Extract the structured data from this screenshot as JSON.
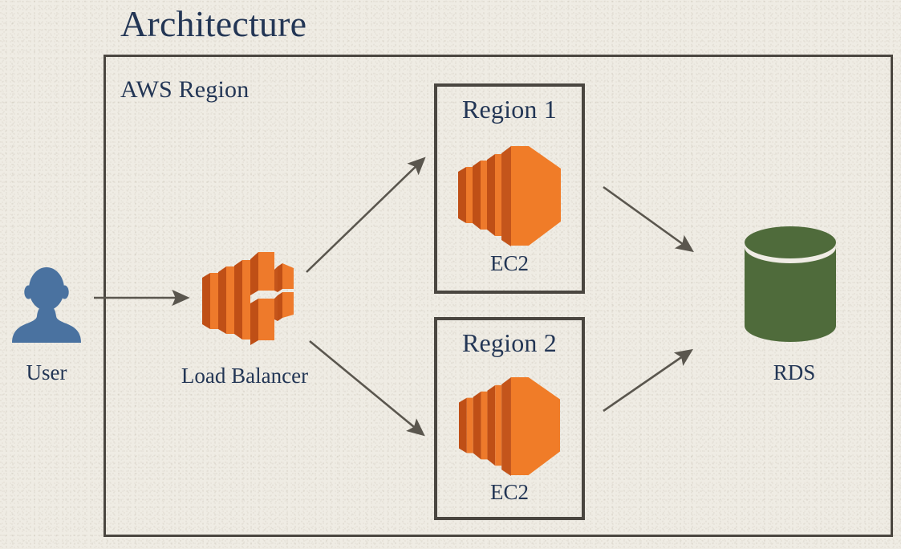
{
  "page": {
    "title": "Architecture",
    "background_color": "#efece4",
    "text_color": "#233655",
    "border_color": "#4a4640"
  },
  "frame": {
    "label": "AWS Region"
  },
  "nodes": {
    "user": {
      "caption": "User",
      "icon": "user-silhouette-icon",
      "color": "#4a72a0"
    },
    "load_balancer": {
      "caption": "Load Balancer",
      "icon": "aws-elastic-load-balancer-icon",
      "color": "#f07c28"
    },
    "region_1": {
      "heading": "Region 1",
      "caption": "EC2",
      "icon": "aws-ec2-icon",
      "color": "#f07c28"
    },
    "region_2": {
      "heading": "Region 2",
      "caption": "EC2",
      "icon": "aws-ec2-icon",
      "color": "#f07c28"
    },
    "rds": {
      "caption": "RDS",
      "icon": "database-cylinder-icon",
      "color": "#4f6b3b"
    }
  },
  "connections": [
    {
      "name": "user-to-load-balancer",
      "from": "user",
      "to": "load_balancer",
      "direction": "right"
    },
    {
      "name": "load-balancer-to-region-1",
      "from": "load_balancer",
      "to": "region_1",
      "direction": "up-right"
    },
    {
      "name": "load-balancer-to-region-2",
      "from": "load_balancer",
      "to": "region_2",
      "direction": "down-right"
    },
    {
      "name": "region-1-to-rds",
      "from": "region_1",
      "to": "rds",
      "direction": "down-right"
    },
    {
      "name": "region-2-to-rds",
      "from": "region_2",
      "to": "rds",
      "direction": "up-right"
    }
  ]
}
